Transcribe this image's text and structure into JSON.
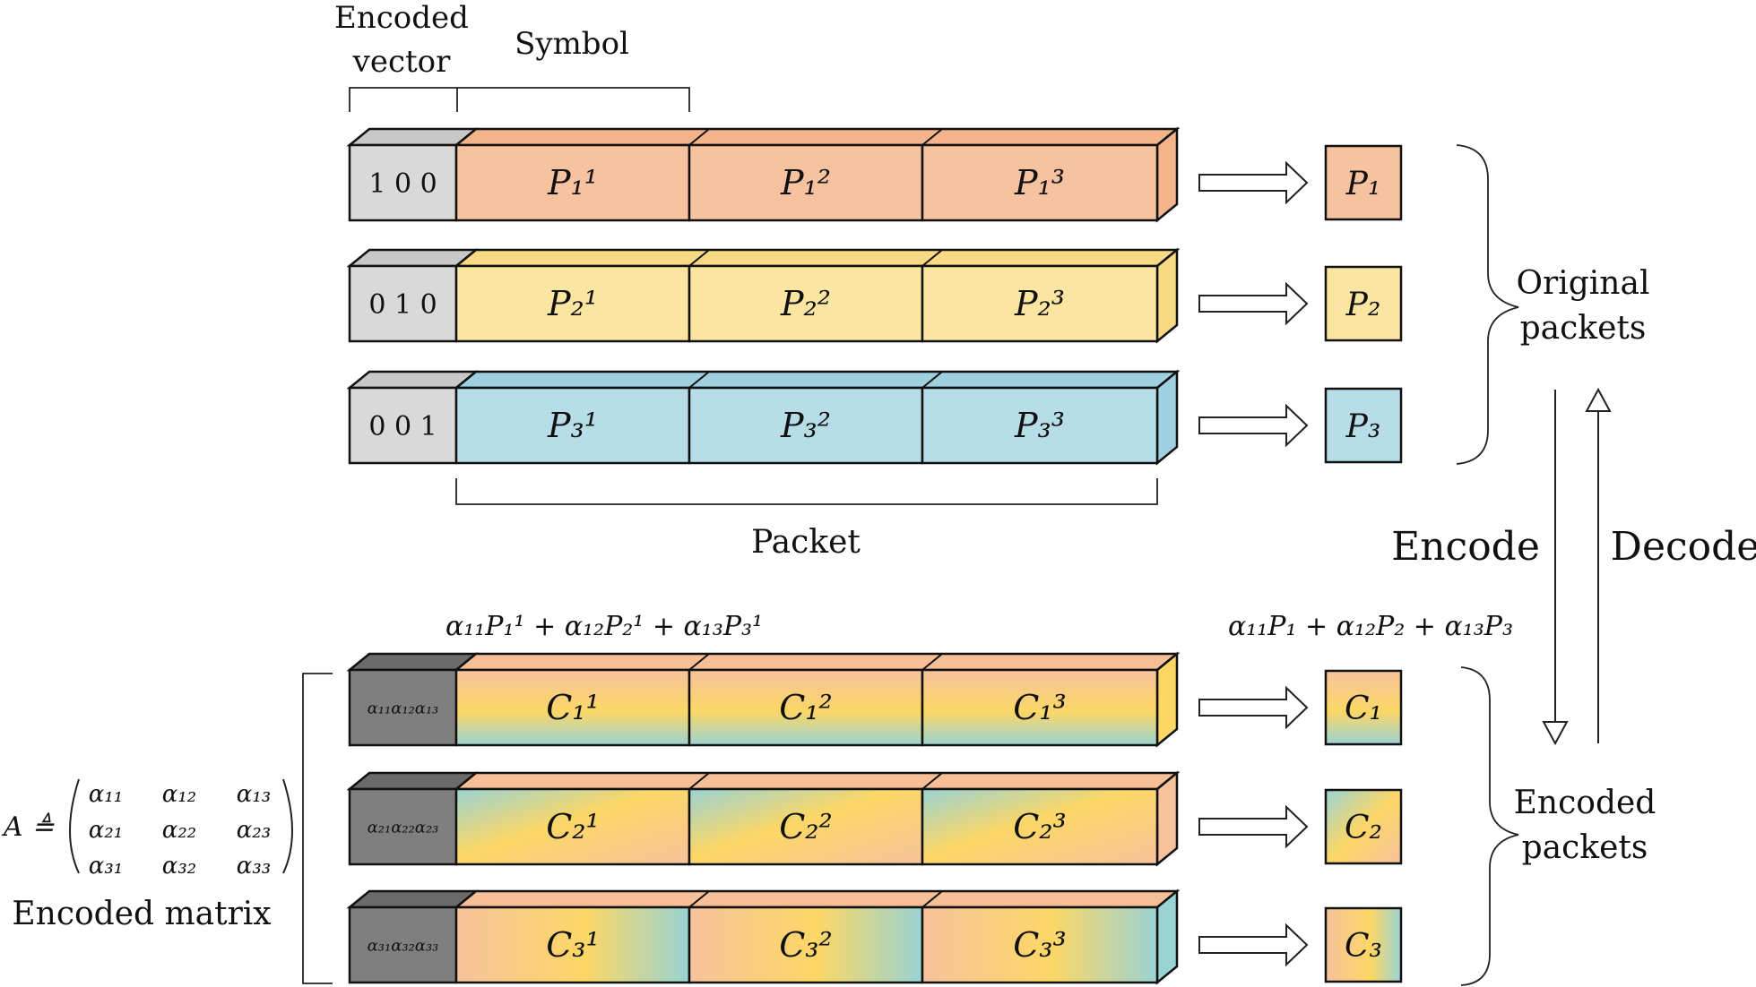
{
  "colors": {
    "orange": "#f6c29f",
    "orange_top": "#f3b48b",
    "yellow": "#fbe6a1",
    "yellow_top": "#f8da84",
    "blue": "#b7dde8",
    "blue_top": "#9fd0df",
    "gray_light": "#d9d9d9",
    "gray_dark": "#7f7f7f",
    "grad_orange": "#f7c59a",
    "grad_yellow": "#fcd766",
    "grad_teal": "#9ad3d3"
  },
  "labels": {
    "encoded_vector": [
      "Encoded",
      "vector"
    ],
    "symbol": "Symbol",
    "packet": "Packet",
    "original_packets": [
      "Original",
      "packets"
    ],
    "encoded_packets": [
      "Encoded",
      "packets"
    ],
    "encode": "Encode",
    "decode": "Decode",
    "encoded_matrix": "Encoded matrix",
    "symbol_formula": "α₁₁P₁¹ + α₁₂P₂¹ + α₁₃P₃¹",
    "packet_formula": "α₁₁P₁ + α₁₂P₂ + α₁₃P₃",
    "matrix_prefix": "A ≜",
    "matrix": [
      [
        "α₁₁",
        "α₁₂",
        "α₁₃"
      ],
      [
        "α₂₁",
        "α₂₂",
        "α₂₃"
      ],
      [
        "α₃₁",
        "α₃₂",
        "α₃₃"
      ]
    ]
  },
  "original_rows": [
    {
      "vector": "1 0 0",
      "symbols": [
        "P₁¹",
        "P₁²",
        "P₁³"
      ],
      "packet": "P₁",
      "color": "orange"
    },
    {
      "vector": "0 1 0",
      "symbols": [
        "P₂¹",
        "P₂²",
        "P₂³"
      ],
      "packet": "P₂",
      "color": "yellow"
    },
    {
      "vector": "0 0 1",
      "symbols": [
        "P₃¹",
        "P₃²",
        "P₃³"
      ],
      "packet": "P₃",
      "color": "blue"
    }
  ],
  "encoded_rows": [
    {
      "vector": "α₁₁α₁₂α₁₃",
      "symbols": [
        "C₁¹",
        "C₁²",
        "C₁³"
      ],
      "packet": "C₁"
    },
    {
      "vector": "α₂₁α₂₂α₂₃",
      "symbols": [
        "C₂¹",
        "C₂²",
        "C₂³"
      ],
      "packet": "C₂"
    },
    {
      "vector": "α₃₁α₃₂α₃₃",
      "symbols": [
        "C₃¹",
        "C₃²",
        "C₃³"
      ],
      "packet": "C₃"
    }
  ]
}
